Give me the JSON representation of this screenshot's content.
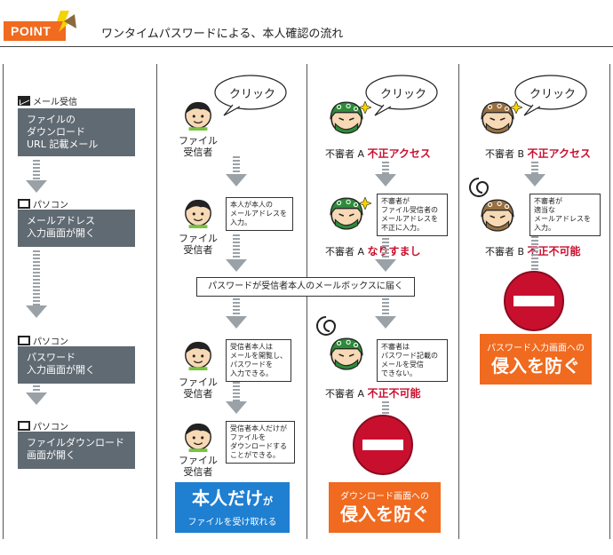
{
  "header": {
    "point_label": "POINT",
    "title": "ワンタイムパスワードによる、本人確認の流れ"
  },
  "left_steps": [
    {
      "device": "メール受信",
      "text": "ファイルの\nダウンロード\nURL 記載メール"
    },
    {
      "device": "パソコン",
      "text": "メールアドレス\n入力画面が開く"
    },
    {
      "device": "パソコン",
      "text": "パスワード\n入力画面が開く"
    },
    {
      "device": "パソコン",
      "text": "ファイルダウンロード\n画面が開く"
    }
  ],
  "receiver": {
    "name": "ファイル\n受信者",
    "click": "クリック",
    "notes": [
      "本人が本人の\nメールアドレスを\n入力。",
      "受信者本人は\nメールを開覧し、\nパスワードを\n入力できる。",
      "受信者本人だけが\nファイルを\nダウンロードする\nことができる。"
    ],
    "result_big": "本人だけ",
    "result_suffix": "が",
    "result_small": "ファイルを受け取れる"
  },
  "banner": "パスワードが受信者本人のメールボックスに届く",
  "suspect_a": {
    "name": "不審者 A",
    "click": "クリック",
    "status1": "不正アクセス",
    "status2": "なりすまし",
    "status3": "不正不可能",
    "notes": [
      "不審者が\nファイル受信者の\nメールアドレスを\n不正に入力。",
      "不審者は\nパスワード記載の\nメールを受信\nできない。"
    ],
    "result_small": "ダウンロード画面への",
    "result_big": "侵入を防ぐ"
  },
  "suspect_b": {
    "name": "不審者 B",
    "click": "クリック",
    "status1": "不正アクセス",
    "status2": "不正不可能",
    "note": "不審者が\n適当な\nメールアドレスを\n入力。",
    "result_small": "パスワード入力画面への",
    "result_big": "侵入を防ぐ"
  },
  "colors": {
    "accent": "#f06a1f",
    "ok": "#1f7fd1",
    "danger": "#c8102e",
    "step": "#606a72",
    "flow": "#9aa2a8"
  }
}
